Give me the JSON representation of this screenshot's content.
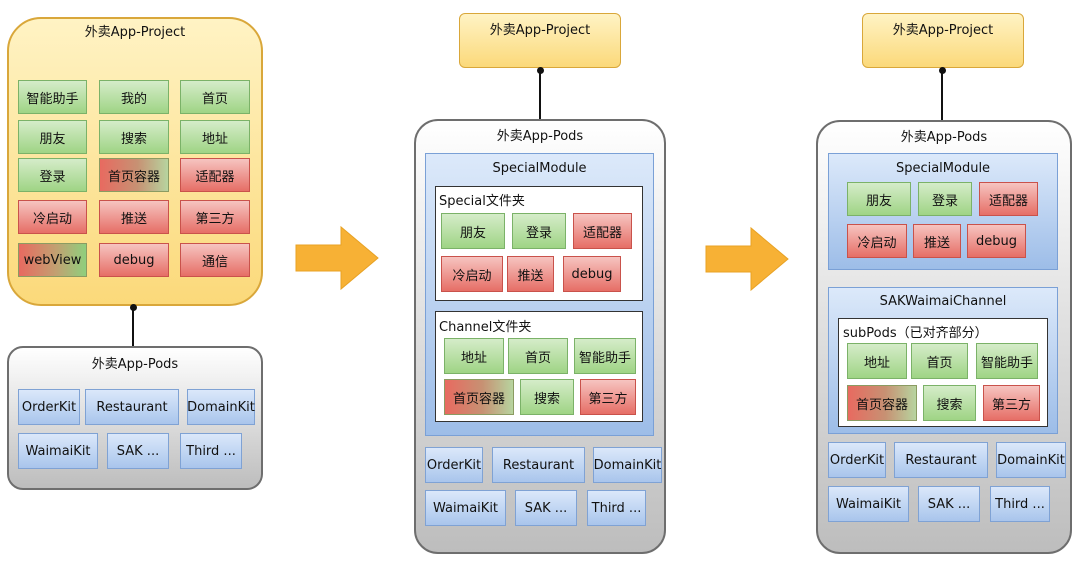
{
  "left": {
    "project_title": "外卖App-Project",
    "grid": [
      {
        "label": "智能助手",
        "color": "green"
      },
      {
        "label": "我的",
        "color": "green"
      },
      {
        "label": "首页",
        "color": "green"
      },
      {
        "label": "朋友",
        "color": "green"
      },
      {
        "label": "搜索",
        "color": "green"
      },
      {
        "label": "地址",
        "color": "green"
      },
      {
        "label": "登录",
        "color": "green"
      },
      {
        "label": "首页容器",
        "color": "red-green"
      },
      {
        "label": "适配器",
        "color": "red"
      },
      {
        "label": "冷启动",
        "color": "red"
      },
      {
        "label": "推送",
        "color": "red"
      },
      {
        "label": "第三方",
        "color": "red"
      },
      {
        "label": "webView",
        "color": "red-green"
      },
      {
        "label": "debug",
        "color": "red"
      },
      {
        "label": "通信",
        "color": "red"
      }
    ],
    "pods_title": "外卖App-Pods",
    "pods": [
      "OrderKit",
      "Restaurant",
      "DomainKit",
      "WaimaiKit",
      "SAK ...",
      "Third ..."
    ]
  },
  "middle": {
    "project_title": "外卖App-Project",
    "pods_title": "外卖App-Pods",
    "special_title": "SpecialModule",
    "special_folder_title": "Special文件夹",
    "special_items": [
      "朋友",
      "登录",
      "适配器",
      "冷启动",
      "推送",
      "debug"
    ],
    "channel_folder_title": "Channel文件夹",
    "channel_items": [
      "地址",
      "首页",
      "智能助手",
      "首页容器",
      "搜索",
      "第三方"
    ],
    "pods": [
      "OrderKit",
      "Restaurant",
      "DomainKit",
      "WaimaiKit",
      "SAK ...",
      "Third ..."
    ]
  },
  "right": {
    "project_title": "外卖App-Project",
    "pods_title": "外卖App-Pods",
    "special_title": "SpecialModule",
    "special_items": [
      "朋友",
      "登录",
      "适配器",
      "冷启动",
      "推送",
      "debug"
    ],
    "channel_title": "SAKWaimaiChannel",
    "subpods_title": "subPods（已对齐部分）",
    "subpods_items": [
      "地址",
      "首页",
      "智能助手",
      "首页容器",
      "搜索",
      "第三方"
    ],
    "pods": [
      "OrderKit",
      "Restaurant",
      "DomainKit",
      "WaimaiKit",
      "SAK ...",
      "Third ..."
    ]
  },
  "colors": {
    "arrow": "#f7b135",
    "project_fill": "#fbd97a",
    "green_box": "#9fd485",
    "red_box": "#e66e66",
    "blue_box": "#a9c5ec",
    "pods_fill": "#bdbdbd"
  }
}
